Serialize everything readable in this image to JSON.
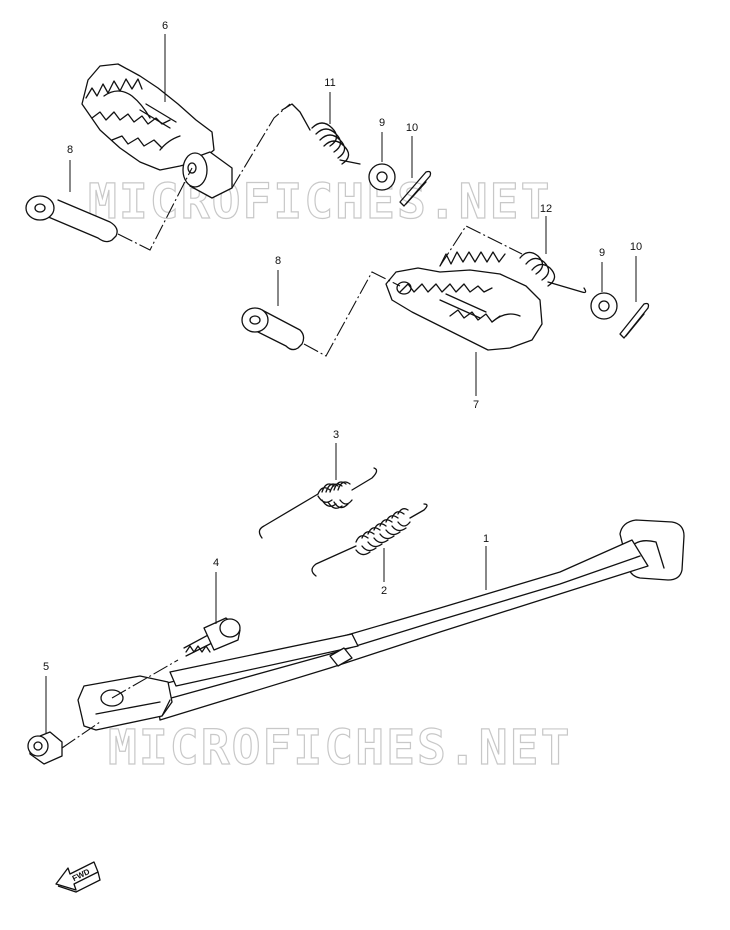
{
  "watermark": "MICROFICHES.NET",
  "fwd_label": "FWD",
  "labels": {
    "p1": "1",
    "p2": "2",
    "p3": "3",
    "p4": "4",
    "p5": "5",
    "p6": "6",
    "p7": "7",
    "p8a": "8",
    "p8b": "8",
    "p9a": "9",
    "p9b": "9",
    "p10a": "10",
    "p10b": "10",
    "p11": "11",
    "p12": "12"
  },
  "colors": {
    "line": "#111111",
    "watermark": "#c8c8c8",
    "background": "#ffffff"
  }
}
